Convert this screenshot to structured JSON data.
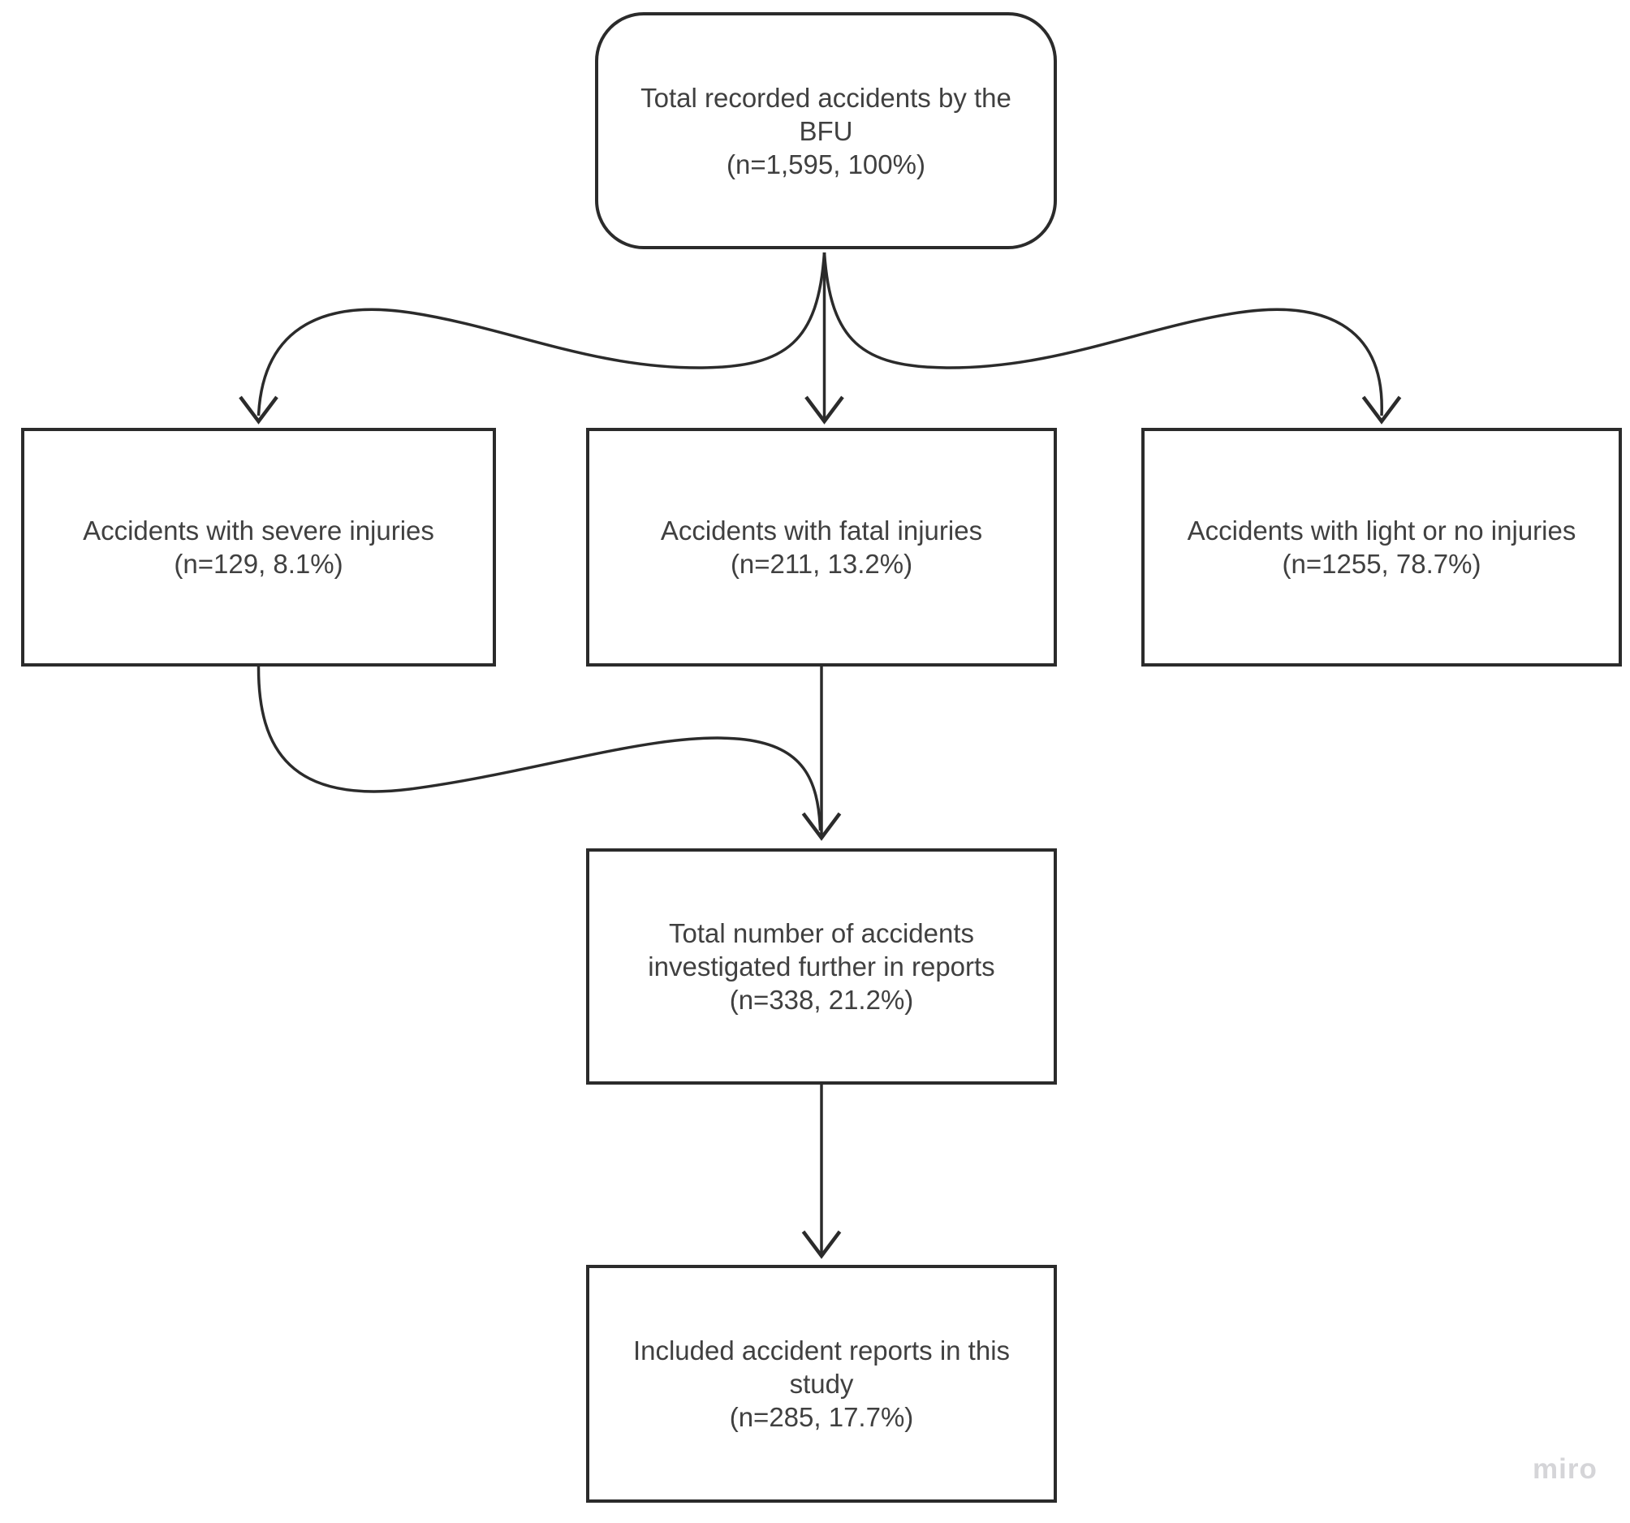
{
  "diagram": {
    "nodes": {
      "total": {
        "label": "Total recorded accidents by the BFU",
        "stat": "(n=1,595, 100%)"
      },
      "severe": {
        "label": "Accidents with severe injuries",
        "stat": "(n=129, 8.1%)"
      },
      "fatal": {
        "label": "Accidents with fatal injuries",
        "stat": "(n=211, 13.2%)"
      },
      "light": {
        "label": "Accidents with light or no injuries",
        "stat": "(n=1255, 78.7%)"
      },
      "investigated": {
        "label": "Total number of accidents investigated further in reports",
        "stat": "(n=338, 21.2%)"
      },
      "included": {
        "label": "Included accident reports in this study",
        "stat": "(n=285, 17.7%)"
      }
    },
    "edges": [
      {
        "from": "total",
        "to": "severe"
      },
      {
        "from": "total",
        "to": "fatal"
      },
      {
        "from": "total",
        "to": "light"
      },
      {
        "from": "severe",
        "to": "investigated"
      },
      {
        "from": "fatal",
        "to": "investigated"
      },
      {
        "from": "investigated",
        "to": "included"
      }
    ],
    "colors": {
      "stroke": "#2b2b2b",
      "text": "#404040",
      "canvas": "#ffffff",
      "watermark": "#d5d5d8"
    }
  },
  "watermark": {
    "label": "miro"
  }
}
